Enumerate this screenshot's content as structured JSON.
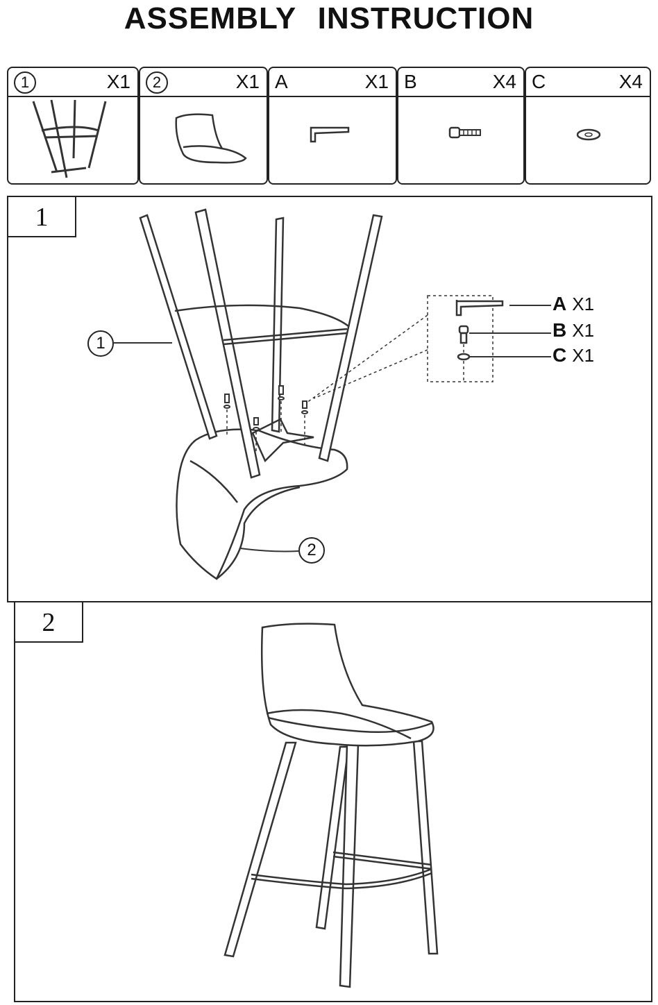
{
  "title": "ASSEMBLY INSTRUCTION",
  "parts": [
    {
      "id": "1",
      "qty": "X1",
      "name": "frame"
    },
    {
      "id": "2",
      "qty": "X1",
      "name": "seat"
    },
    {
      "id": "A",
      "qty": "X1",
      "name": "allen-key"
    },
    {
      "id": "B",
      "qty": "X4",
      "name": "bolt"
    },
    {
      "id": "C",
      "qty": "X4",
      "name": "washer"
    }
  ],
  "steps": [
    {
      "label": "1"
    },
    {
      "label": "2"
    }
  ],
  "step1": {
    "detail": [
      {
        "letter": "A",
        "qty": "X1"
      },
      {
        "letter": "B",
        "qty": "X1"
      },
      {
        "letter": "C",
        "qty": "X1"
      }
    ],
    "frame_ref": "1",
    "seat_ref": "2"
  }
}
